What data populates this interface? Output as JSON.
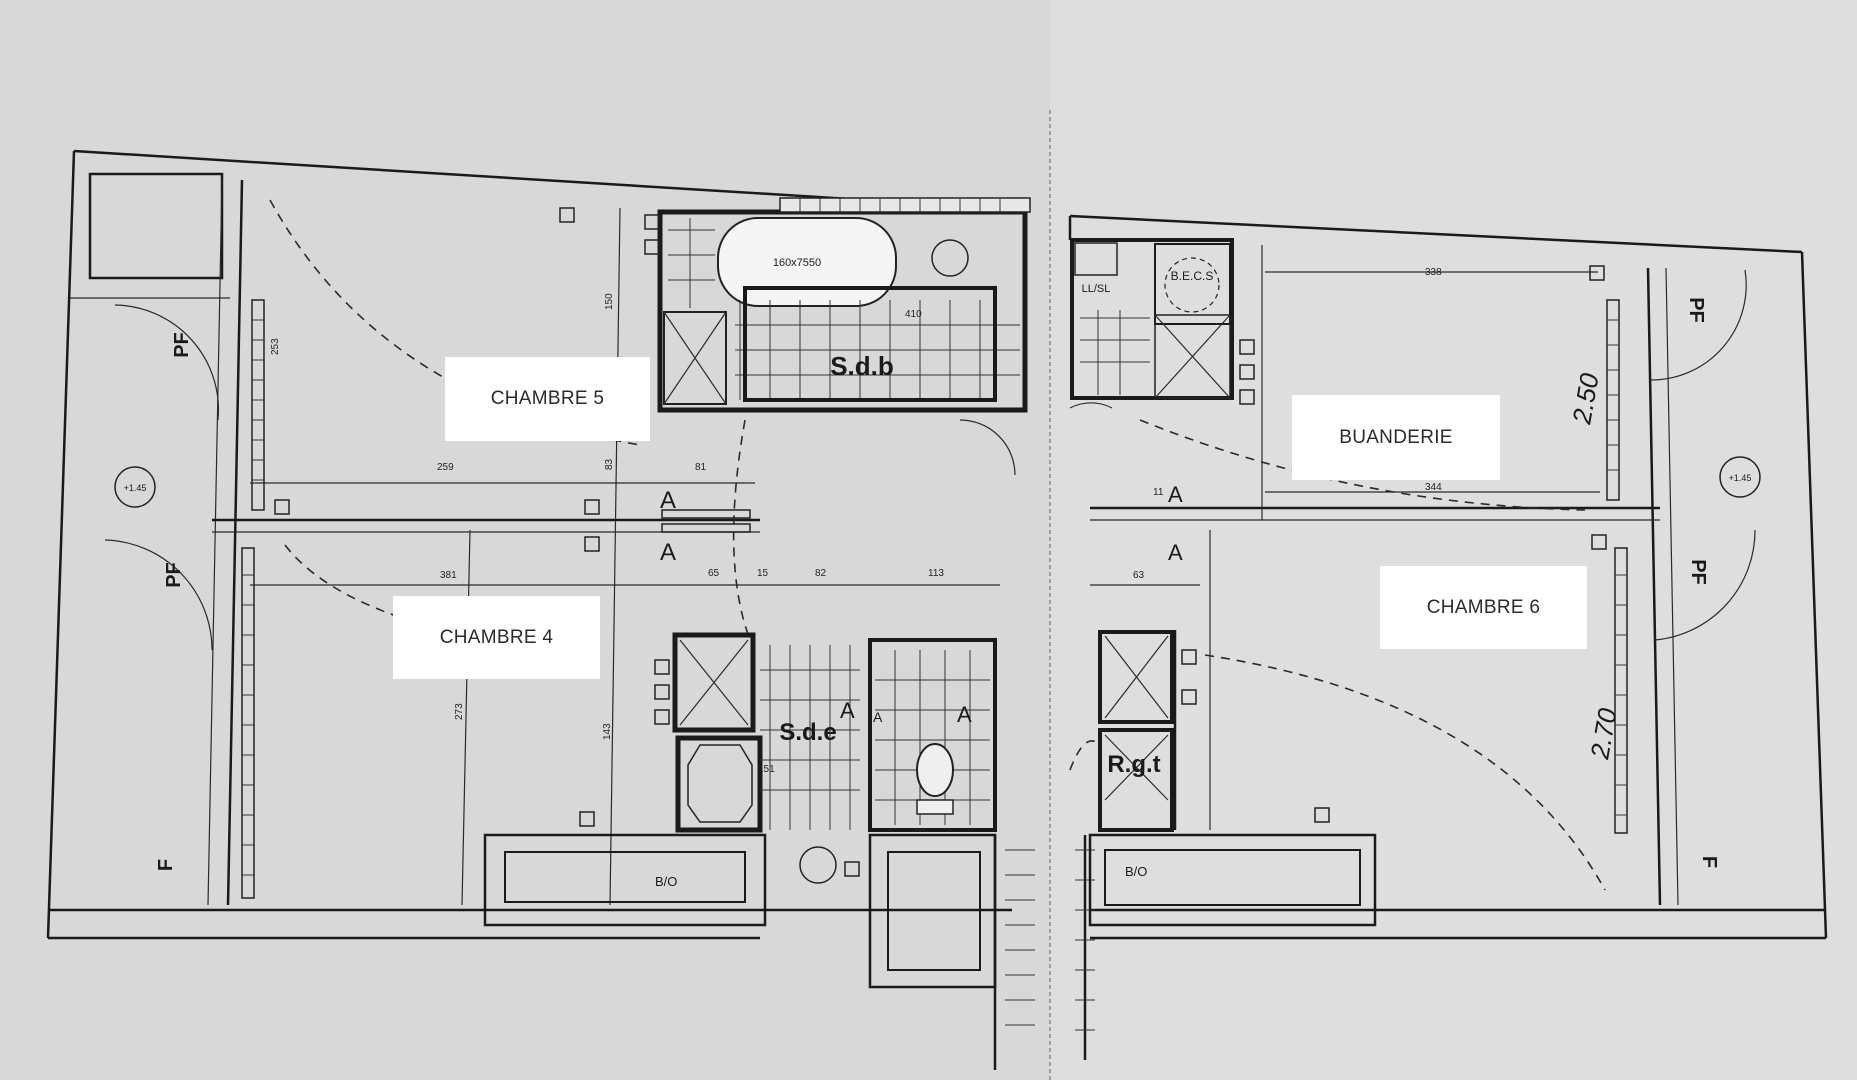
{
  "rooms": {
    "chambre5": "CHAMBRE 5",
    "chambre4": "CHAMBRE 4",
    "buanderie": "BUANDERIE",
    "chambre6": "CHAMBRE 6"
  },
  "plan_text": {
    "sdb": "S.d.b",
    "sde": "S.d.e",
    "rgt": "R.g.t",
    "becs": "B.E.C.S",
    "lllsl": "LL/SL",
    "bathtub": "160x7550",
    "pf": "PF",
    "f": "F",
    "a": "A",
    "level_left": "+1.45",
    "level_right": "+1.45",
    "bo": "B/O",
    "h250": "2.50",
    "h270": "2.70"
  },
  "dimensions": {
    "d150": "150",
    "d253": "253",
    "d259": "259",
    "d83": "83",
    "d81": "81",
    "d381": "381",
    "d65": "65",
    "d15": "15",
    "d82": "82",
    "d113": "113",
    "d273": "273",
    "d143": "143",
    "d151": "151",
    "d338": "338",
    "d344": "344",
    "d11": "11",
    "d63": "63",
    "d410": "410"
  }
}
